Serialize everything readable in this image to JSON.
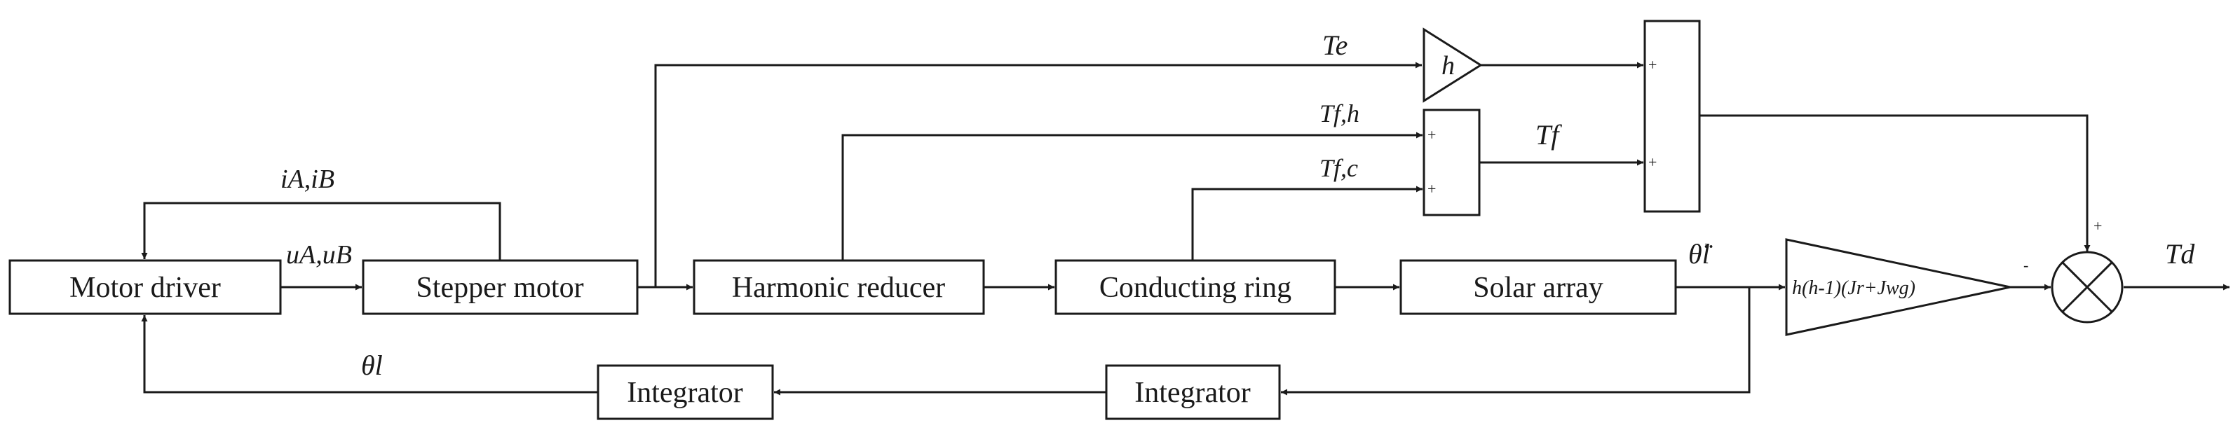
{
  "blocks": {
    "motor_driver": "Motor driver",
    "stepper_motor": "Stepper motor",
    "harmonic_reducer": "Harmonic reducer",
    "conducting_ring": "Conducting ring",
    "solar_array": "Solar array",
    "integrator_right": "Integrator",
    "integrator_left": "Integrator"
  },
  "gains": {
    "h": "h",
    "inertia": "h(h-1)(Jr+Jwg)"
  },
  "signals": {
    "current": "iA,iB",
    "voltage": "uA,uB",
    "te": "Te",
    "tfh": "Tf,h",
    "tfc": "Tf,c",
    "tf": "Tf",
    "accel": "θ̈l",
    "angle": "θl",
    "output": "Td"
  },
  "signs": {
    "plus": "+",
    "minus": "-"
  }
}
